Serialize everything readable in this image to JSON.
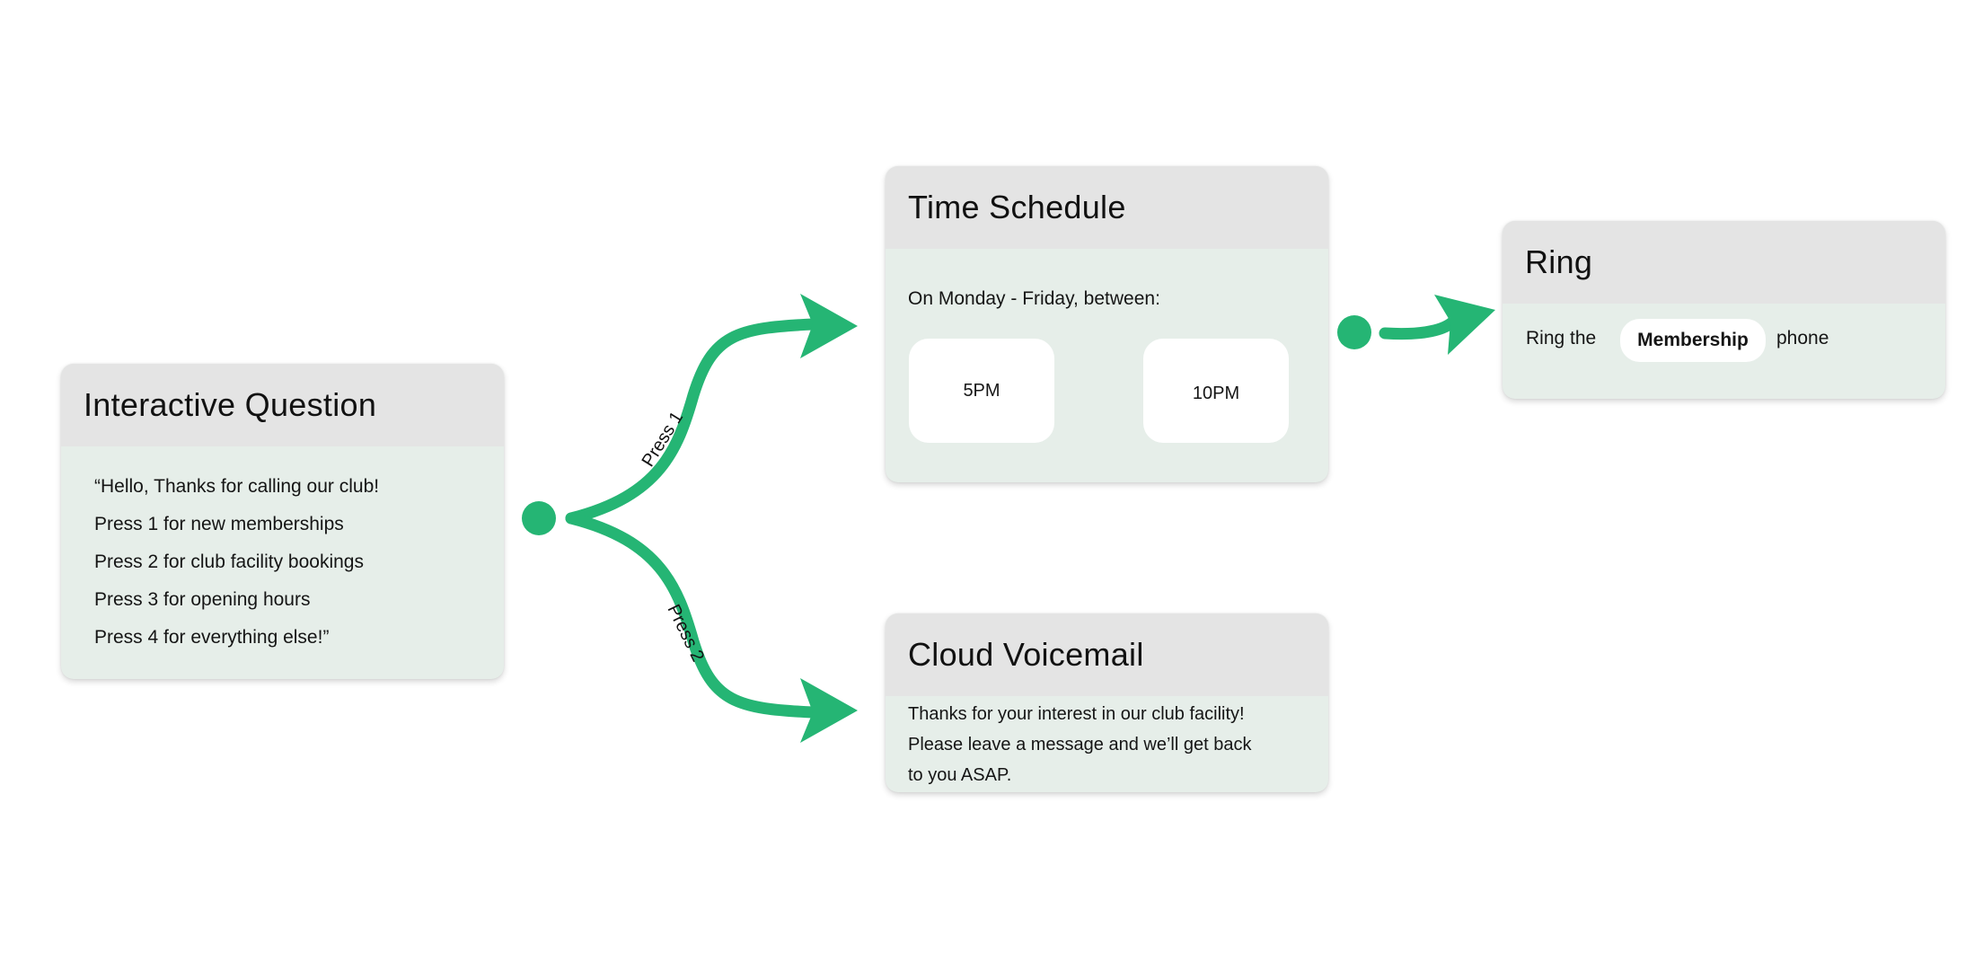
{
  "colors": {
    "accent": "#25b574",
    "card_body": "#e6eee9",
    "card_header": "#e4e4e4"
  },
  "nodes": {
    "interactive_question": {
      "title": "Interactive Question",
      "lines": [
        "“Hello, Thanks for calling our club!",
        "Press 1 for new memberships",
        "Press 2 for club facility bookings",
        "Press 3 for opening hours",
        "Press 4 for everything else!”"
      ]
    },
    "time_schedule": {
      "title": "Time Schedule",
      "subtitle": "On Monday - Friday, between:",
      "start_time": "5PM",
      "end_time": "10PM"
    },
    "ring": {
      "title": "Ring",
      "prefix": "Ring the",
      "target": "Membership",
      "suffix": "phone"
    },
    "cloud_voicemail": {
      "title": "Cloud Voicemail",
      "lines": [
        "Thanks for your interest in our club facility!",
        "Please leave a message and we’ll get back",
        "to you ASAP."
      ]
    }
  },
  "edges": {
    "press1": "Press 1",
    "press2": "Press 2"
  }
}
